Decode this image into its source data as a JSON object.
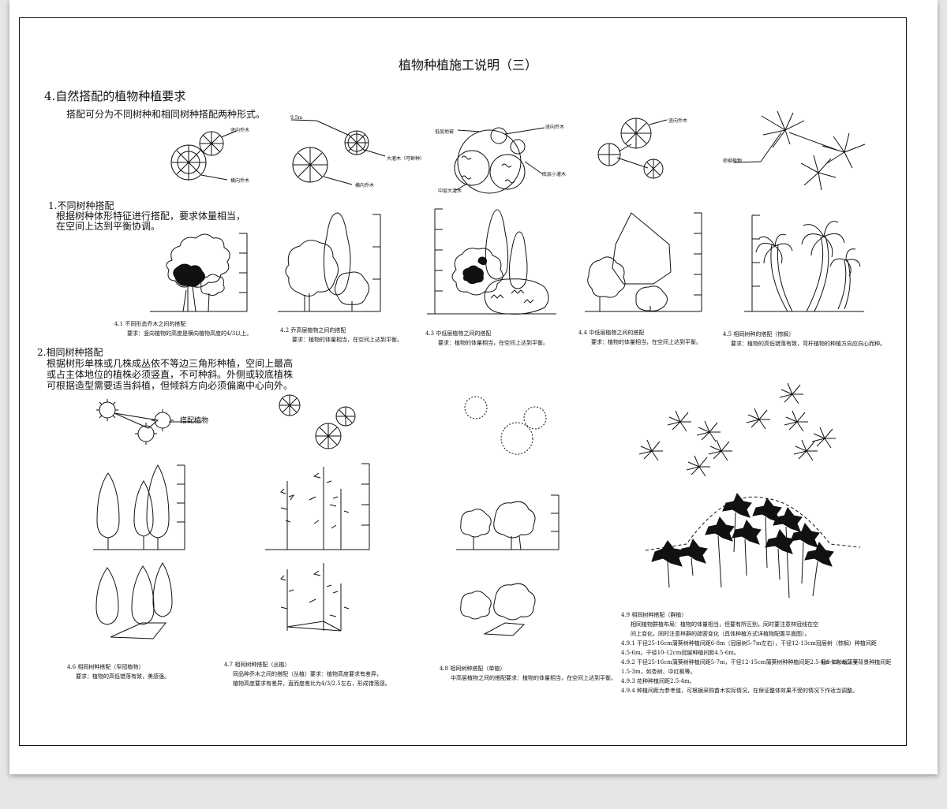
{
  "page": {
    "title": "植物种植施工说明（三）",
    "section_title": "4.自然搭配的植物种植要求",
    "intro": "搭配可分为不同树种和相同树种搭配两种形式。"
  },
  "part1": {
    "heading": "1.不同树种搭配",
    "lines": [
      "根据树种体形特征进行搭配，要求体量相当，",
      "在空间上达到平衡协调。"
    ]
  },
  "part2": {
    "heading": "2.相同树种搭配",
    "lines": [
      "根据树形单株或几株成丛依不等边三角形种植，空间上最高",
      "或占主体地位的植株必须竖直，不可种斜。外侧或较底植株",
      "可根据造型需要适当斜植，但倾斜方向必须偏离中心向外。"
    ]
  },
  "plan_labels": {
    "a_top": "竖向乔木",
    "a_bottom": "横向乔木",
    "b_top": "9.5m",
    "b_right": "大灌木（可群种）",
    "b_bottom": "横向乔木",
    "c_topleft": "低层地被",
    "c_topright": "竖向乔木",
    "c_right": "底层小灌木",
    "c_left": "中层大灌木",
    "d_top": "竖向乔木",
    "e_left": "棕榈植物",
    "f_right": "搭配植物"
  },
  "captions_row1": [
    {
      "title": "4.1 不同形态乔木之间的搭配",
      "text": "要求：竖向植物的高度是横向植物高度的4/3以上。"
    },
    {
      "title": "4.2 乔高层植物之间的搭配",
      "text": "要求：植物的体量相当，在空间上达到平衡。"
    },
    {
      "title": "4.3 中低层植物之间的搭配",
      "text": "要求：植物的体量相当，在空间上达到平衡。"
    },
    {
      "title": "4.4 中低层植物之间的搭配",
      "text": "要求：植物的体量相当，在空间上达到平衡。"
    },
    {
      "title": "4.5 相同树种的搭配（棕榈）",
      "text": "要求：植物的高低错落有致，弯杆植物的种植方向应向心而种。"
    }
  ],
  "captions_row2": [
    {
      "title": "4.6 相同树种搭配（窄冠植物）",
      "lines": [
        "要求：植物的高低错落有致，美感强。"
      ]
    },
    {
      "title": "4.7 相同树种搭配（丛植）",
      "lines": [
        "同品种乔木之间的搭配（丛植）要求：植物高度要求有差异，",
        "植物高度要求有差异，直而度差比为4/3/2.5左右，形成错落感。"
      ]
    },
    {
      "title": "4.8 相同树种搭配（单植）",
      "lines": [
        "中高层植物之间的搭配要求：植物的体量相当，在空间上达到平衡。"
      ]
    }
  ],
  "section49": {
    "title": "4.9 相同树种搭配（群植）",
    "lines": [
      "相同植物群植布局：植物的体量相当，但要有所区别，同时要注意林冠线在空",
      "间上变化，同时注意林群的疏密变化（具体种植方式详植物配置平面图）。",
      "4.9.1 干径25-16cm蒲葵树种植间距6-8m（冠层树5-7m左右），干径12-13cm冠层树（棕榈）种植间距",
      "4.5-6m。干径10-12cm冠层种植间距4.5-6m。",
      "4.9.2 干径25-16cm蒲葵树种植间距5-7m，干径12-15cm蒲葵树种种植间距2.5-4m 如杉松、干",
      "径8-10cm蒲葵背景种植间距",
      "1.5-3m，如杏树、中红枫等。",
      "4.9.3 花种种植间距2.5-4m。",
      "4.9.4 种植间距为参考值，可根据采购苗木实际情况，在保证整体效果不受的情况下作适当调整。"
    ]
  }
}
